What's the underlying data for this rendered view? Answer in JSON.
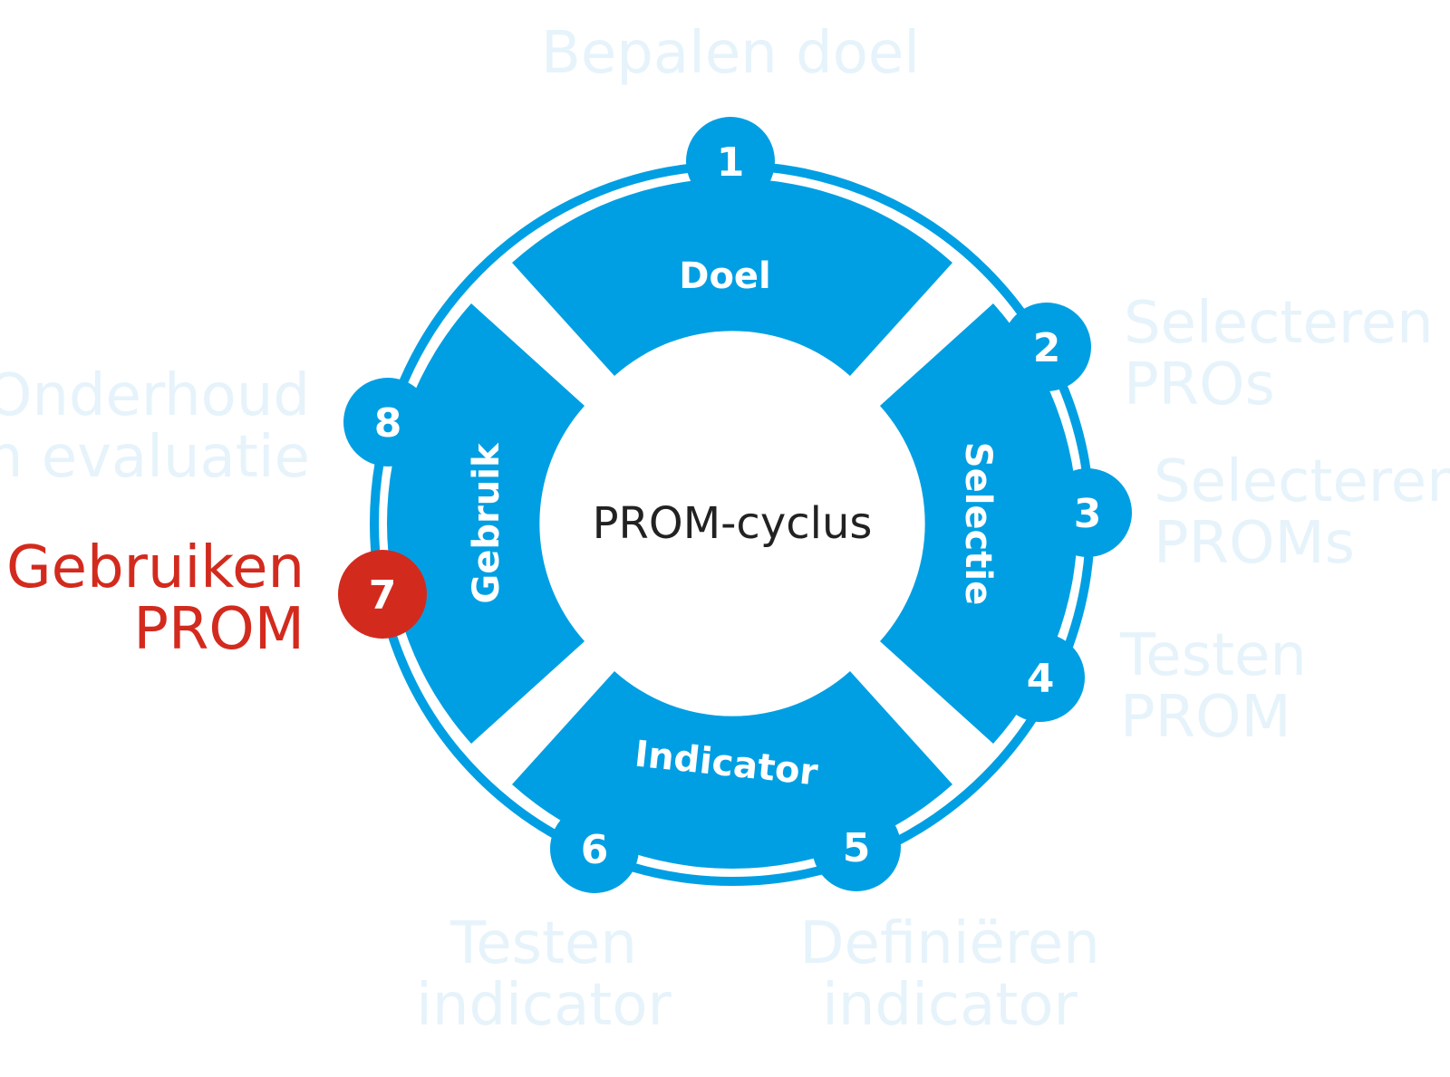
{
  "colors": {
    "accent": "#009fe3",
    "active": "#d32a1e",
    "faded_label": "#e6f3fb",
    "center_text": "#222222"
  },
  "center": {
    "label": "PROM-cyclus"
  },
  "segments": {
    "top": "Doel",
    "right": "Selectie",
    "bottom": "Indicator",
    "left": "Gebruik"
  },
  "steps": [
    {
      "number": "1",
      "lines": [
        "Bepalen doel"
      ],
      "active": false
    },
    {
      "number": "2",
      "lines": [
        "Selecteren",
        "PROs"
      ],
      "active": false
    },
    {
      "number": "3",
      "lines": [
        "Selecteren",
        "PROMs"
      ],
      "active": false
    },
    {
      "number": "4",
      "lines": [
        "Testen",
        "PROM"
      ],
      "active": false
    },
    {
      "number": "5",
      "lines": [
        "Definiëren",
        "indicator"
      ],
      "active": false
    },
    {
      "number": "6",
      "lines": [
        "Testen",
        "indicator"
      ],
      "active": false
    },
    {
      "number": "7",
      "lines": [
        "Gebruiken",
        "PROM"
      ],
      "active": true
    },
    {
      "number": "8",
      "lines": [
        "Onderhoud",
        "en evaluatie"
      ],
      "active": false
    }
  ]
}
